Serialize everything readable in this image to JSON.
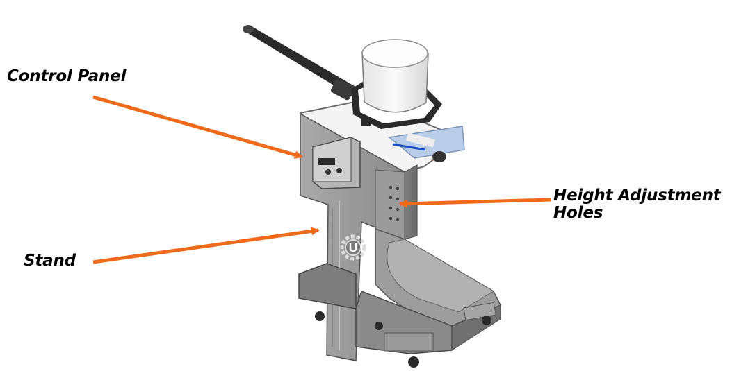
{
  "labels": {
    "control_panel": "Control Panel",
    "stand": "Stand",
    "height_adjustment_line1": "Height Adjustment",
    "height_adjustment_line2": "Holes"
  },
  "colors": {
    "arrow": "#f06a1c",
    "label_text": "#000000",
    "frame_metal": "#8f8f8f",
    "frame_dark": "#5f5f5f",
    "dome": "#f2f2f2",
    "handle": "#2b2b2b",
    "plate": "#b9cde8"
  },
  "icons": {
    "logo": "gear-u-logo-icon",
    "wheel": "caster-wheel-icon"
  }
}
